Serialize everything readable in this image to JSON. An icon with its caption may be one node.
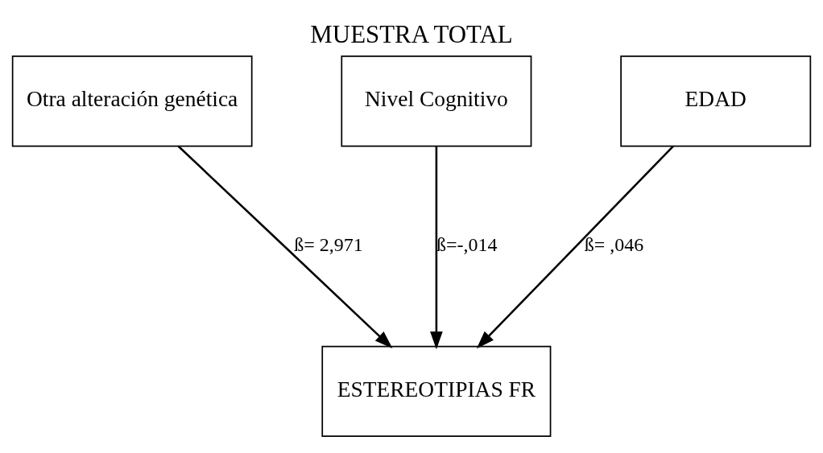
{
  "diagram": {
    "title": "MUESTRA TOTAL",
    "nodes": [
      {
        "text": [
          "Otra alteración genética"
        ]
      },
      {
        "text": [
          "Nivel Cognitivo"
        ]
      },
      {
        "text": [
          "EDAD"
        ]
      },
      {
        "text": [
          "ESTEREOTIPIAS FR"
        ]
      }
    ],
    "edges": [
      {
        "from": 0,
        "to": 3,
        "arrow": "to",
        "label": "ß= 2,971"
      },
      {
        "from": 1,
        "to": 3,
        "arrow": "to",
        "label": "ß=-,014"
      },
      {
        "from": 2,
        "to": 3,
        "arrow": "to",
        "label": "ß= ,046"
      }
    ]
  }
}
